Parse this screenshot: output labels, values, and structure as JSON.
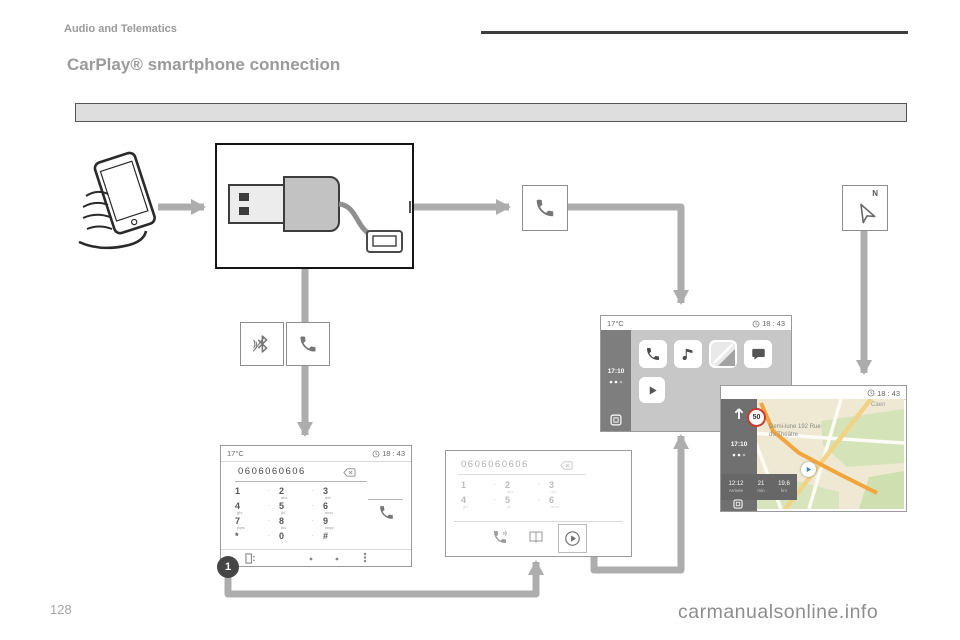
{
  "page": {
    "header": "Audio and Telematics",
    "title": "CarPlay® smartphone connection",
    "page_number": "128",
    "watermark": "carmanualsonline.info"
  },
  "nav_box": {
    "label": "N"
  },
  "dial_screen": {
    "temp": "17°C",
    "time": "18 : 43",
    "number": "0606060606",
    "step_badge": "1",
    "keys": [
      {
        "d": "1",
        "l": ""
      },
      {
        "d": "2",
        "l": "abc"
      },
      {
        "d": "3",
        "l": "def"
      },
      {
        "d": "4",
        "l": "ghi"
      },
      {
        "d": "5",
        "l": "jkl"
      },
      {
        "d": "6",
        "l": "mno"
      },
      {
        "d": "7",
        "l": "pqrs"
      },
      {
        "d": "8",
        "l": "tuv"
      },
      {
        "d": "9",
        "l": "wxyz"
      },
      {
        "d": "*",
        "l": ""
      },
      {
        "d": "0",
        "l": "+"
      },
      {
        "d": "#",
        "l": ""
      }
    ]
  },
  "dial_screen2": {
    "number": "0606060606",
    "keys": [
      {
        "d": "1",
        "l": ""
      },
      {
        "d": "2",
        "l": "abc"
      },
      {
        "d": "3",
        "l": "def"
      },
      {
        "d": "4",
        "l": "ghi"
      },
      {
        "d": "5",
        "l": "jkl"
      },
      {
        "d": "6",
        "l": "mno"
      }
    ]
  },
  "carplay_screen": {
    "temp": "17°C",
    "time": "18 : 43",
    "sidebar_time": "17:10"
  },
  "map_screen": {
    "time": "18 : 43",
    "sidebar_time": "17:10",
    "speed_limit": "50",
    "street_line1": "Demi-lune 192 Rue",
    "street_line2": "du Théâtre",
    "city": "Caen",
    "eta": "12:12",
    "eta_label": "Arrivée",
    "duration": "21",
    "duration_label": "min",
    "distance": "19,6",
    "distance_label": "km"
  },
  "colors": {
    "arrow": "#adadad",
    "route": "#f2a53d",
    "speed_ring": "#c9392e",
    "sidebar": "#707070"
  }
}
